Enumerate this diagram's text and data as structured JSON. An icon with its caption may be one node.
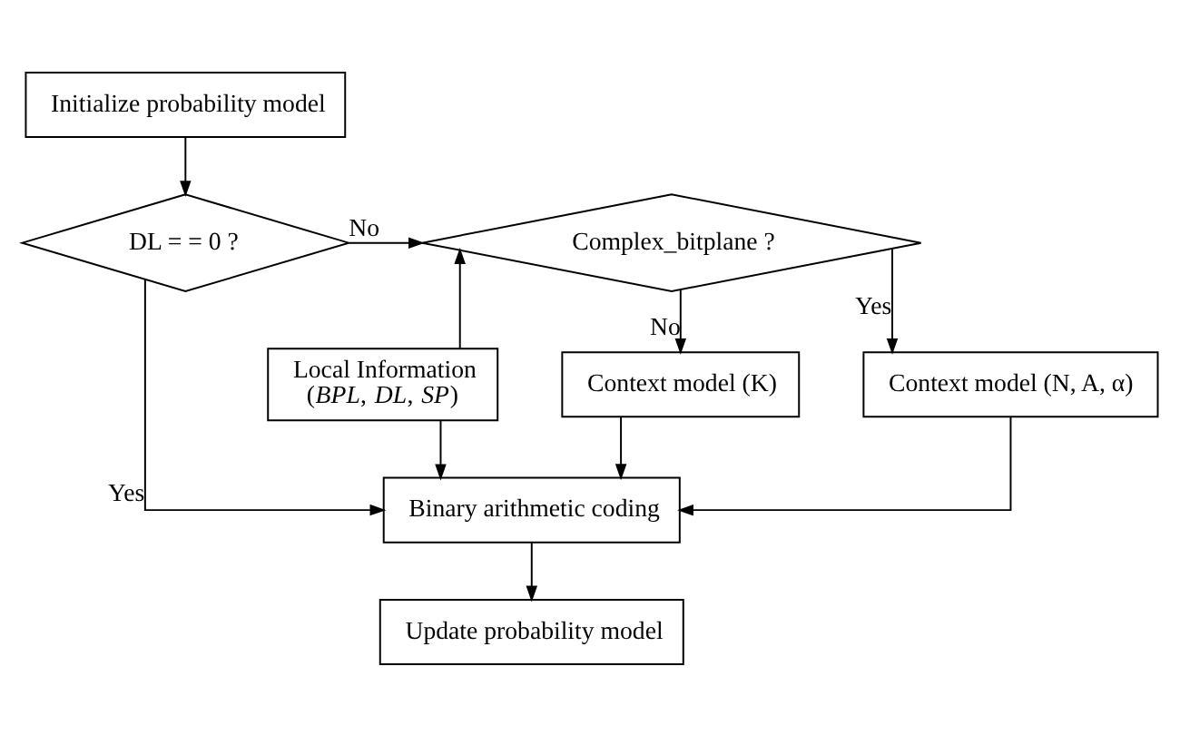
{
  "diagram": {
    "nodes": [
      {
        "text": [
          "Initialize probability model"
        ]
      },
      {
        "text": [
          "DL = = 0 ?"
        ]
      },
      {
        "text": [
          "Local Information",
          "(*BPL*, *DL*, *SP*)"
        ]
      },
      {
        "text": [
          "Complex_bitplane ?"
        ]
      },
      {
        "text": [
          "Context model (K)"
        ]
      },
      {
        "text": [
          "Context model (N, A, α)"
        ]
      },
      {
        "text": [
          "Binary arithmetic coding"
        ]
      },
      {
        "text": [
          "Update probability model"
        ]
      }
    ],
    "edges": [
      {
        "from": 0,
        "to": 1,
        "arrow": "to"
      },
      {
        "from": 1,
        "to": 3,
        "arrow": "to",
        "label": "No"
      },
      {
        "from": 1,
        "to": 6,
        "arrow": "to",
        "label": "Yes"
      },
      {
        "from": 2,
        "to": 3,
        "arrow": "to"
      },
      {
        "from": 2,
        "to": 6,
        "arrow": "to"
      },
      {
        "from": 3,
        "to": 4,
        "arrow": "to",
        "label": "No"
      },
      {
        "from": 3,
        "to": 5,
        "arrow": "to",
        "label": "Yes"
      },
      {
        "from": 4,
        "to": 6,
        "arrow": "to"
      },
      {
        "from": 5,
        "to": 6,
        "arrow": "to"
      },
      {
        "from": 6,
        "to": 7,
        "arrow": "to"
      }
    ]
  }
}
